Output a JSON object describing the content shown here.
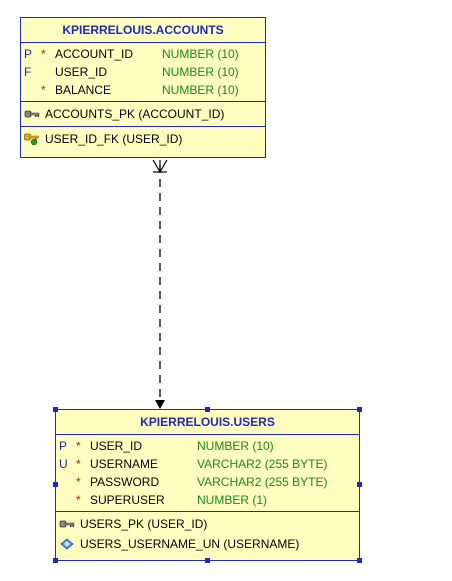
{
  "accounts": {
    "title": "KPIERRELOUIS.ACCOUNTS",
    "columns": [
      {
        "key": "P",
        "required": "*",
        "name": "ACCOUNT_ID",
        "type": "NUMBER (10)"
      },
      {
        "key": "F",
        "required": "",
        "name": "USER_ID",
        "type": "NUMBER (10)"
      },
      {
        "key": "",
        "required": "*",
        "name": "BALANCE",
        "type": "NUMBER (10)"
      }
    ],
    "primary_key": {
      "icon": "key-icon",
      "label": "ACCOUNTS_PK (ACCOUNT_ID)"
    },
    "foreign_key": {
      "icon": "foreign-key-icon",
      "label": "USER_ID_FK (USER_ID)"
    }
  },
  "users": {
    "title": "KPIERRELOUIS.USERS",
    "columns": [
      {
        "key": "P",
        "required": "*",
        "name": "USER_ID",
        "type": "NUMBER (10)"
      },
      {
        "key": "U",
        "required": "*",
        "name": "USERNAME",
        "type": "VARCHAR2 (255 BYTE)"
      },
      {
        "key": "",
        "required": "*",
        "name": "PASSWORD",
        "type": "VARCHAR2 (255 BYTE)"
      },
      {
        "key": "",
        "required": "*",
        "name": "SUPERUSER",
        "type": "NUMBER (1)"
      }
    ],
    "primary_key": {
      "icon": "key-icon",
      "label": "USERS_PK (USER_ID)"
    },
    "unique_key": {
      "icon": "unique-key-icon",
      "label": "USERS_USERNAME_UN (USERNAME)"
    }
  },
  "colors": {
    "border": "#1b2ab8",
    "fill": "#ffffc0",
    "type_text": "#1a8a1a",
    "required_mark": "#d01010"
  }
}
